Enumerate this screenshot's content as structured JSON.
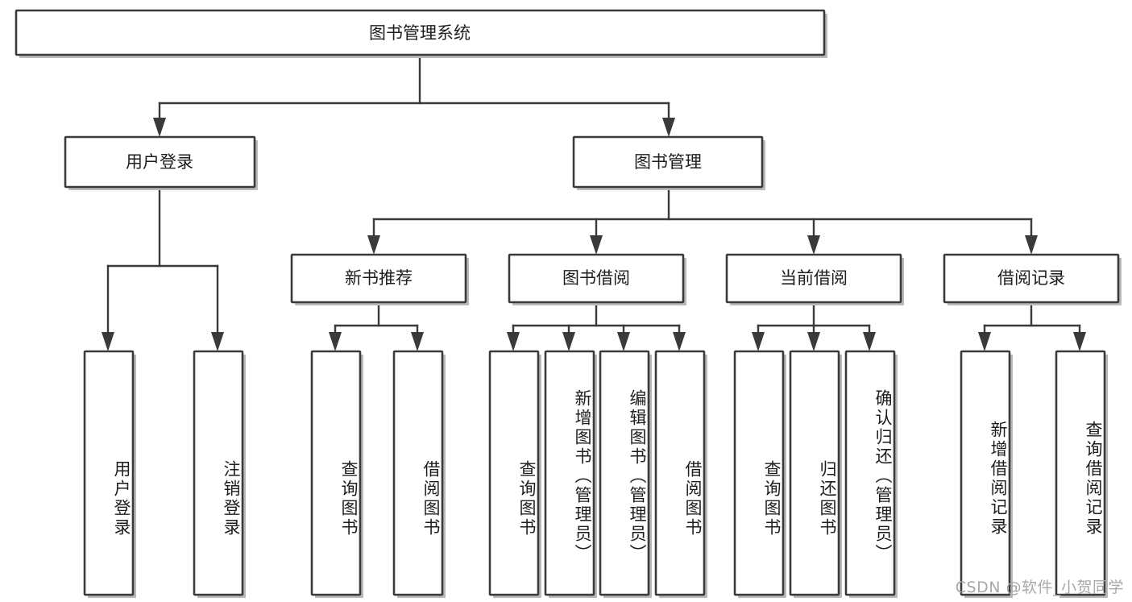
{
  "diagram": {
    "title": "图书管理系统",
    "watermark": "CSDN @软件_小贺同学",
    "levels": {
      "root": {
        "label": "图书管理系统"
      },
      "level2": [
        {
          "id": "user-login",
          "label": "用户登录"
        },
        {
          "id": "book-management",
          "label": "图书管理"
        }
      ],
      "level3": [
        {
          "id": "new-book-recommend",
          "label": "新书推荐"
        },
        {
          "id": "book-borrow",
          "label": "图书借阅"
        },
        {
          "id": "current-borrow",
          "label": "当前借阅"
        },
        {
          "id": "borrow-record",
          "label": "借阅记录"
        }
      ],
      "leaves": [
        {
          "id": "leaf-user-login",
          "label": "用户登录",
          "parent": "user-login"
        },
        {
          "id": "leaf-logout",
          "label": "注销登录",
          "parent": "user-login"
        },
        {
          "id": "leaf-query-book-1",
          "label": "查询图书",
          "parent": "new-book-recommend"
        },
        {
          "id": "leaf-borrow-book-1",
          "label": "借阅图书",
          "parent": "new-book-recommend"
        },
        {
          "id": "leaf-query-book-2",
          "label": "查询图书",
          "parent": "book-borrow"
        },
        {
          "id": "leaf-add-book",
          "label": "新增图书（管理员）",
          "parent": "book-borrow"
        },
        {
          "id": "leaf-edit-book",
          "label": "编辑图书（管理员）",
          "parent": "book-borrow"
        },
        {
          "id": "leaf-borrow-book-2",
          "label": "借阅图书",
          "parent": "book-borrow"
        },
        {
          "id": "leaf-query-book-3",
          "label": "查询图书",
          "parent": "current-borrow"
        },
        {
          "id": "leaf-return-book",
          "label": "归还图书",
          "parent": "current-borrow"
        },
        {
          "id": "leaf-confirm-return",
          "label": "确认归还（管理员）",
          "parent": "current-borrow"
        },
        {
          "id": "leaf-add-record",
          "label": "新增借阅记录",
          "parent": "borrow-record"
        },
        {
          "id": "leaf-query-record",
          "label": "查询借阅记录",
          "parent": "borrow-record"
        }
      ]
    },
    "colors": {
      "box_fill": "#ffffff",
      "box_stroke": "#3a3a3a",
      "text": "#1d1d1d",
      "watermark": "#a8a8a8",
      "background": "#ffffff"
    }
  }
}
